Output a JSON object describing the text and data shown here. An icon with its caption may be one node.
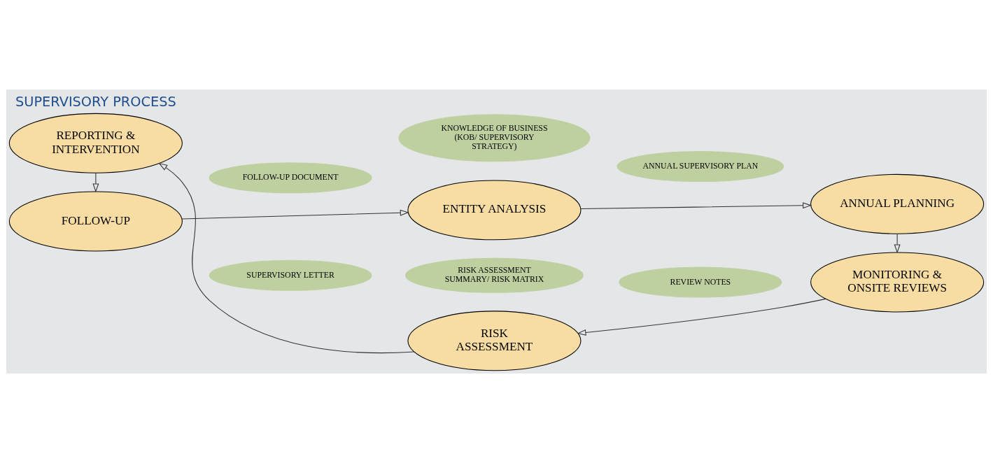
{
  "diagram": {
    "title": "SUPERVISORY PROCESS",
    "nodes": [
      {
        "text": [
          "ENTITY ANALYSIS"
        ]
      },
      {
        "text": [
          "FOLLOW-UP"
        ]
      },
      {
        "text": [
          "ANNUAL PLANNING"
        ]
      },
      {
        "text": [
          "KNOWLEDGE OF BUSINESS (KOB/ SUPERVISORY STRATEGY)"
        ]
      },
      {
        "text": [
          "FOLLOW-UP DOCUMENT"
        ]
      },
      {
        "text": [
          "ANNUAL SUPERVISORY PLAN"
        ]
      },
      {
        "text": [
          "SUPERVISORY LETTER"
        ]
      },
      {
        "text": [
          "REVIEW NOTES"
        ]
      },
      {
        "text": [
          "REPORTING & INTERVENTION"
        ]
      },
      {
        "text": [
          "RISK ASSESSMENT SUMMARY/ RISK MATRIX"
        ]
      },
      {
        "text": [
          "MONITORING & ONSITE REVIEWS"
        ]
      },
      {
        "text": [
          "RISK ASSESSMENT"
        ]
      }
    ],
    "edges": [
      {
        "from": 0,
        "to": 2,
        "arrow": "to"
      },
      {
        "from": 2,
        "to": 10,
        "arrow": "to"
      },
      {
        "from": 10,
        "to": 11,
        "arrow": "to"
      },
      {
        "from": 11,
        "to": 8,
        "arrow": "to"
      },
      {
        "from": 8,
        "to": 1,
        "arrow": "to"
      },
      {
        "from": 1,
        "to": 0,
        "arrow": "to"
      }
    ]
  }
}
